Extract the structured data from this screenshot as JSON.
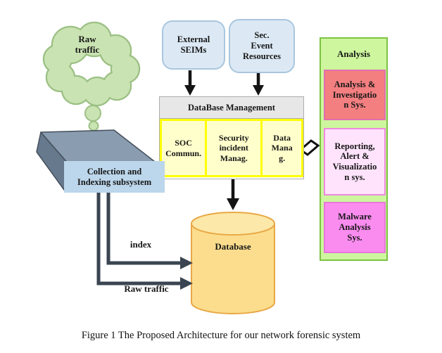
{
  "figure": {
    "caption": "Figure 1 The Proposed Architecture for our network forensic system"
  },
  "cloud": {
    "label_lines": [
      "Raw",
      "traffic"
    ]
  },
  "sources": {
    "external_seims": {
      "label_lines": [
        "External",
        "SEIMs"
      ]
    },
    "sec_event_resources": {
      "label_lines": [
        "Sec.",
        "Event",
        "Resources"
      ]
    }
  },
  "database_management": {
    "title": "DataBase Management",
    "modules": [
      {
        "label_lines": [
          "SOC",
          "Commun."
        ]
      },
      {
        "label_lines": [
          "Security",
          "incident",
          "Manag."
        ]
      },
      {
        "label_lines": [
          "Data",
          "Mana",
          "g."
        ]
      }
    ]
  },
  "collection": {
    "label_lines": [
      "Collection and",
      "Indexing subsystem"
    ]
  },
  "database": {
    "label": "Database"
  },
  "analysis_panel": {
    "title": "Analysis",
    "systems": [
      {
        "label_lines": [
          "Analysis &",
          "Investigatio",
          "n Sys."
        ],
        "fill": "#F47F80",
        "border": "#E06FAE"
      },
      {
        "label_lines": [
          "Reporting,",
          "Alert &",
          "Visualizatio",
          "n sys."
        ],
        "fill": "#FFE3FC",
        "border": "#EE8ADF"
      },
      {
        "label_lines": [
          "Malware",
          "Analysis",
          "Sys."
        ],
        "fill": "#FA8CF0",
        "border": "#E878D8"
      }
    ]
  },
  "edges": {
    "index_label": "index",
    "raw_traffic_label": "Raw traffic"
  },
  "colors": {
    "cloud_fill": "#C9E3B2",
    "cloud_border": "#9CC084",
    "source_box_fill": "#DCE9F5",
    "source_box_border": "#A9C6DE",
    "dbm_header_fill": "#E8E7E7",
    "dbm_border": "#ADADAD",
    "module_fill": "#FFFFCC",
    "module_border": "#FFFF00",
    "collection_device_fill": "#8A9CB0",
    "collection_label_fill": "#BCD6EB",
    "database_fill": "#FBDD8D",
    "database_border": "#E9A845",
    "panel_fill": "#CDF69E",
    "panel_border": "#7CC242",
    "arrow_black": "#141414",
    "arrow_slate": "#3A4551"
  }
}
